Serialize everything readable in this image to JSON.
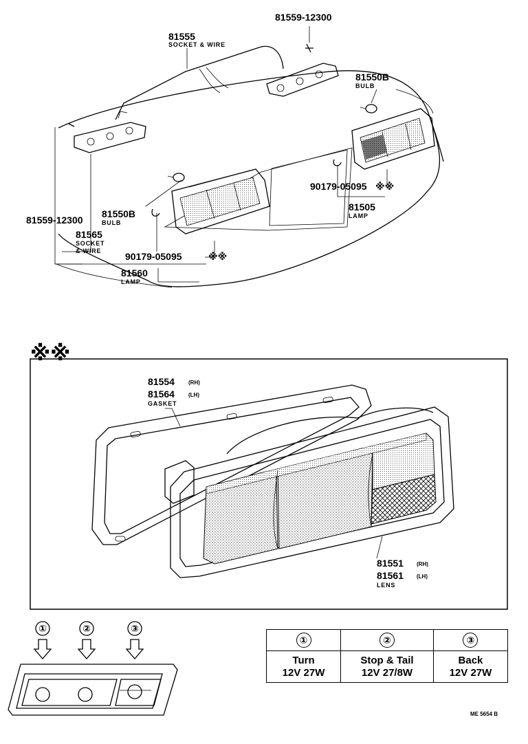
{
  "callouts": {
    "p81559_top": "81559-12300",
    "p81555": "81555",
    "p81555_desc": "SOCKET & WIRE",
    "p81550B_right": "81550B",
    "p81550B_right_desc": "BULB",
    "p90179_right": "90179-05095",
    "p81505": "81505",
    "p81505_desc": "LAMP",
    "p81559_left": "81559-12300",
    "p81550B_left": "81550B",
    "p81550B_left_desc": "BULB",
    "p81565": "81565",
    "p81565_desc1": "SOCKET",
    "p81565_desc2": "& WIRE",
    "p90179_left": "90179-05095",
    "p81560": "81560",
    "p81560_desc": "LAMP",
    "detail_mark": "※※",
    "marker_sym": "※※",
    "p81554": "81554",
    "p81554_side": "(RH)",
    "p81564": "81564",
    "p81564_side": "(LH)",
    "gasket_desc": "GASKET",
    "p81551": "81551",
    "p81551_side": "(RH)",
    "p81561": "81561",
    "p81561_side": "(LH)",
    "lens_desc": "LENS"
  },
  "legend": {
    "markers": [
      "①",
      "②",
      "③"
    ],
    "table": [
      {
        "num": "①",
        "label": "Turn",
        "spec": "12V 27W"
      },
      {
        "num": "②",
        "label": "Stop & Tail",
        "spec": "12V 27/8W"
      },
      {
        "num": "③",
        "label": "Back",
        "spec": "12V 27W"
      }
    ]
  },
  "figure_code": "ME 5654 B"
}
